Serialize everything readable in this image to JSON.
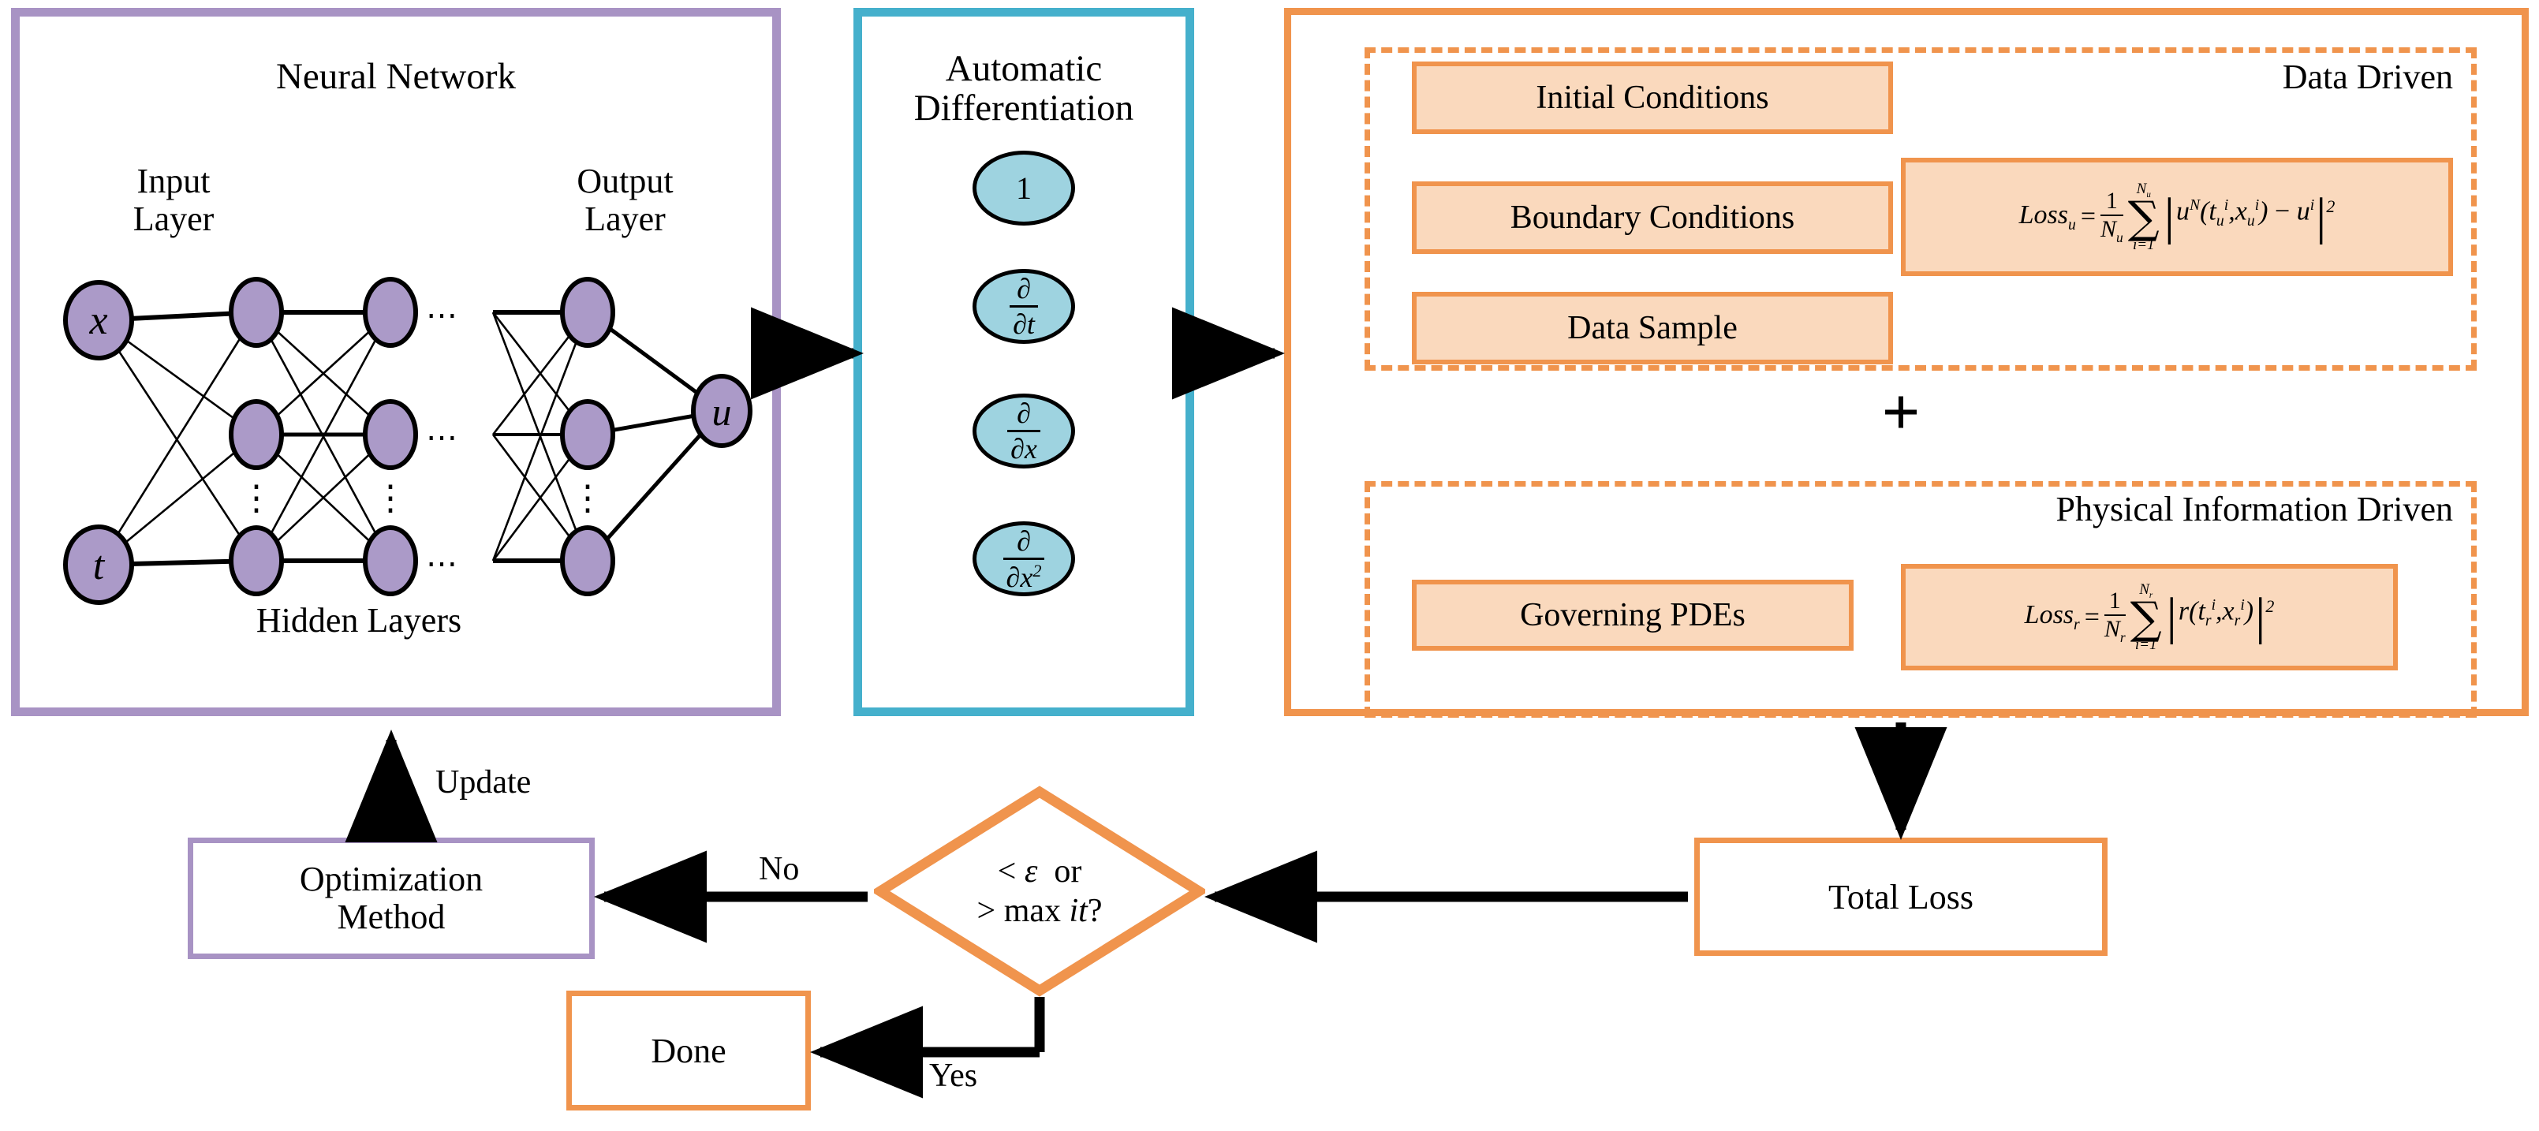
{
  "neural_network": {
    "title": "Neural Network",
    "input_label": "Input\nLayer",
    "input_label_line1": "Input",
    "input_label_line2": "Layer",
    "output_label_line1": "Output",
    "output_label_line2": "Layer",
    "hidden_label": "Hidden Layers",
    "input_nodes": [
      "x",
      "t"
    ],
    "output_nodes": [
      "u"
    ],
    "hidden_layer_count": 3,
    "nodes_per_hidden_layer": 3,
    "ellipsis_glyph": "⋯",
    "vertical_ellipsis_glyph": "⋮",
    "node_fill": "#ab9ac8",
    "node_stroke": "#000000",
    "panel_border_color": "#a893c4"
  },
  "automatic_differentiation": {
    "title_line1": "Automatic",
    "title_line2": "Differentiation",
    "panel_border_color": "#45b0cc",
    "ellipse_fill": "#9ed3e0",
    "operators": [
      {
        "kind": "scalar",
        "value": "1"
      },
      {
        "kind": "fraction",
        "numerator": "∂",
        "denominator": "∂t"
      },
      {
        "kind": "fraction",
        "numerator": "∂",
        "denominator": "∂x"
      },
      {
        "kind": "fraction",
        "numerator": "∂",
        "denominator": "∂x",
        "denominator_exponent": "2"
      }
    ]
  },
  "loss_panel": {
    "panel_border_color": "#f0944d",
    "box_fill": "#fad9bd",
    "plus_sign": "+",
    "data_driven": {
      "title": "Data Driven",
      "items": [
        "Initial Conditions",
        "Boundary Conditions",
        "Data Sample"
      ],
      "formula": {
        "lhs": "Loss",
        "lhs_sub": "u",
        "equals": "=",
        "frac_num": "1",
        "frac_den": "N",
        "frac_den_sub": "u",
        "sigma": "∑",
        "sigma_upper": "N",
        "sigma_upper_sub": "u",
        "sigma_lower": "i=1",
        "body": "u^N(t_u^i, x_u^i) − u^i",
        "exponent": "2",
        "plain": "Loss_u = (1/N_u) ∑_{i=1}^{N_u} |u^N(t_u^i, x_u^i) − u^i|^2"
      }
    },
    "physical_information_driven": {
      "title": "Physical Information Driven",
      "items": [
        "Governing PDEs"
      ],
      "formula": {
        "lhs": "Loss",
        "lhs_sub": "r",
        "equals": "=",
        "frac_num": "1",
        "frac_den": "N",
        "frac_den_sub": "r",
        "sigma": "∑",
        "sigma_upper": "N",
        "sigma_upper_sub": "r",
        "sigma_lower": "i=1",
        "body": "r(t_r^i, x_r^i)",
        "exponent": "2",
        "plain": "Loss_r = (1/N_r) ∑_{i=1}^{N_r} |r(t_r^i, x_r^i)|^2"
      }
    }
  },
  "flow": {
    "total_loss_label": "Total Loss",
    "decision": {
      "line1_prefix": "<",
      "line1_symbol": "ε",
      "line1_suffix": "or",
      "line2_prefix": ">",
      "line2_text": "max",
      "line2_italic": "it",
      "line2_suffix": "?",
      "border_color": "#f0944d"
    },
    "optimization_label_line1": "Optimization",
    "optimization_label_line2": "Method",
    "optimization_border_color": "#a893c4",
    "done_label": "Done",
    "done_border_color": "#f0944d",
    "edge_update": "Update",
    "edge_no": "No",
    "edge_yes": "Yes"
  }
}
